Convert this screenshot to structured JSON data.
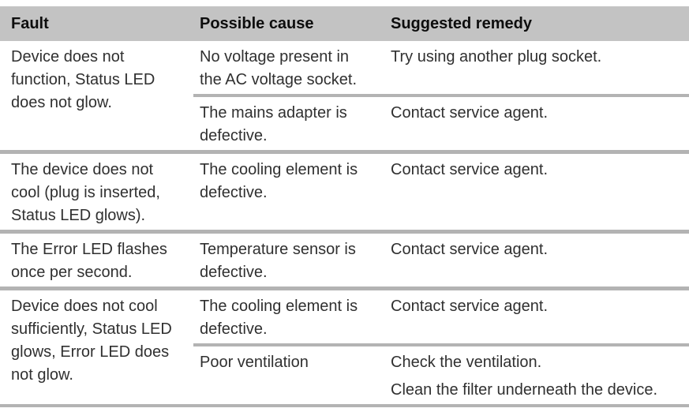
{
  "table": {
    "headers": [
      "Fault",
      "Possible cause",
      "Suggested remedy"
    ],
    "sections": [
      {
        "fault": "Device does not function, Status LED does not glow.",
        "rows": [
          {
            "cause": "No voltage present in the AC voltage socket.",
            "remedy": [
              "Try using another plug socket."
            ]
          },
          {
            "cause": "The mains adapter is defective.",
            "remedy": [
              "Contact service agent."
            ]
          }
        ]
      },
      {
        "fault": "The device does not cool (plug is inserted, Status LED glows).",
        "rows": [
          {
            "cause": "The cooling element is defective.",
            "remedy": [
              "Contact service agent."
            ]
          }
        ]
      },
      {
        "fault": "The Error LED flashes once per second.",
        "rows": [
          {
            "cause": "Temperature sensor is defective.",
            "remedy": [
              "Contact service agent."
            ]
          }
        ]
      },
      {
        "fault": "Device does not cool sufficiently, Status LED glows, Error LED does not glow.",
        "rows": [
          {
            "cause": "The cooling element is defective.",
            "remedy": [
              "Contact service agent."
            ]
          },
          {
            "cause": "Poor ventilation",
            "remedy": [
              "Check the ventilation.",
              "Clean the filter underneath the device."
            ]
          }
        ]
      }
    ],
    "colors": {
      "header_bg": "#c3c3c3",
      "divider": "#b3b3b3",
      "body_text": "#303030",
      "header_text": "#0d0d0d"
    }
  }
}
